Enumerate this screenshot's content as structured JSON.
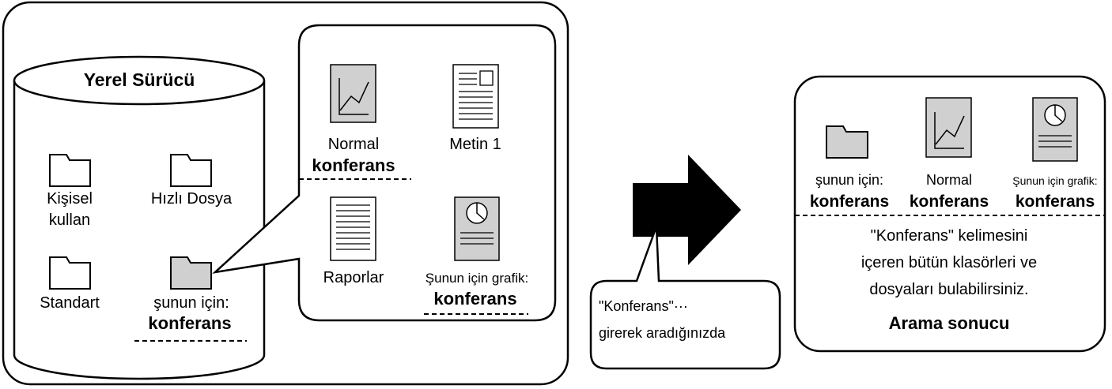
{
  "drive": {
    "title": "Yerel Sürücü",
    "folders": [
      {
        "name": "personal",
        "line1": "Kişisel",
        "line2": "kullan",
        "highlighted": false
      },
      {
        "name": "quick",
        "line1": "Hızlı Dosya",
        "line2": "",
        "highlighted": false
      },
      {
        "name": "standard",
        "line1": "Standart",
        "line2": "",
        "highlighted": false
      },
      {
        "name": "target",
        "line1": "şunun için:",
        "line2": "konferans",
        "highlighted": true
      }
    ]
  },
  "zoom": {
    "files": [
      {
        "name": "normal",
        "icon": "chart-file",
        "line1": "Normal",
        "line2": "konferans"
      },
      {
        "name": "metin",
        "icon": "text-file",
        "line1": "Metin 1",
        "line2": ""
      },
      {
        "name": "raporlar",
        "icon": "lines-file",
        "line1": "Raporlar",
        "line2": ""
      },
      {
        "name": "grafik",
        "icon": "pie-file",
        "line1": "Şunun için grafik:",
        "line2": "konferans"
      }
    ]
  },
  "search_callout": {
    "line1": "\"Konferans\"···",
    "line2": "girerek aradığınızda"
  },
  "result": {
    "items": [
      {
        "name": "folder",
        "icon": "folder-icon",
        "line1": "şunun için:",
        "line2": "konferans"
      },
      {
        "name": "normal",
        "icon": "chart-file",
        "line1": "Normal",
        "line2": "konferans"
      },
      {
        "name": "grafik",
        "icon": "pie-file",
        "line1": "Şunun için grafik:",
        "line2": "konferans"
      }
    ],
    "desc_line1": "\"Konferans\" kelimesini",
    "desc_line2": "içeren bütün klasörleri ve",
    "desc_line3": "dosyaları bulabilirsiniz.",
    "title": "Arama sonucu"
  },
  "colors": {
    "gray_fill": "#d0d0d0",
    "stroke": "#000000",
    "arrow": "#000000"
  }
}
